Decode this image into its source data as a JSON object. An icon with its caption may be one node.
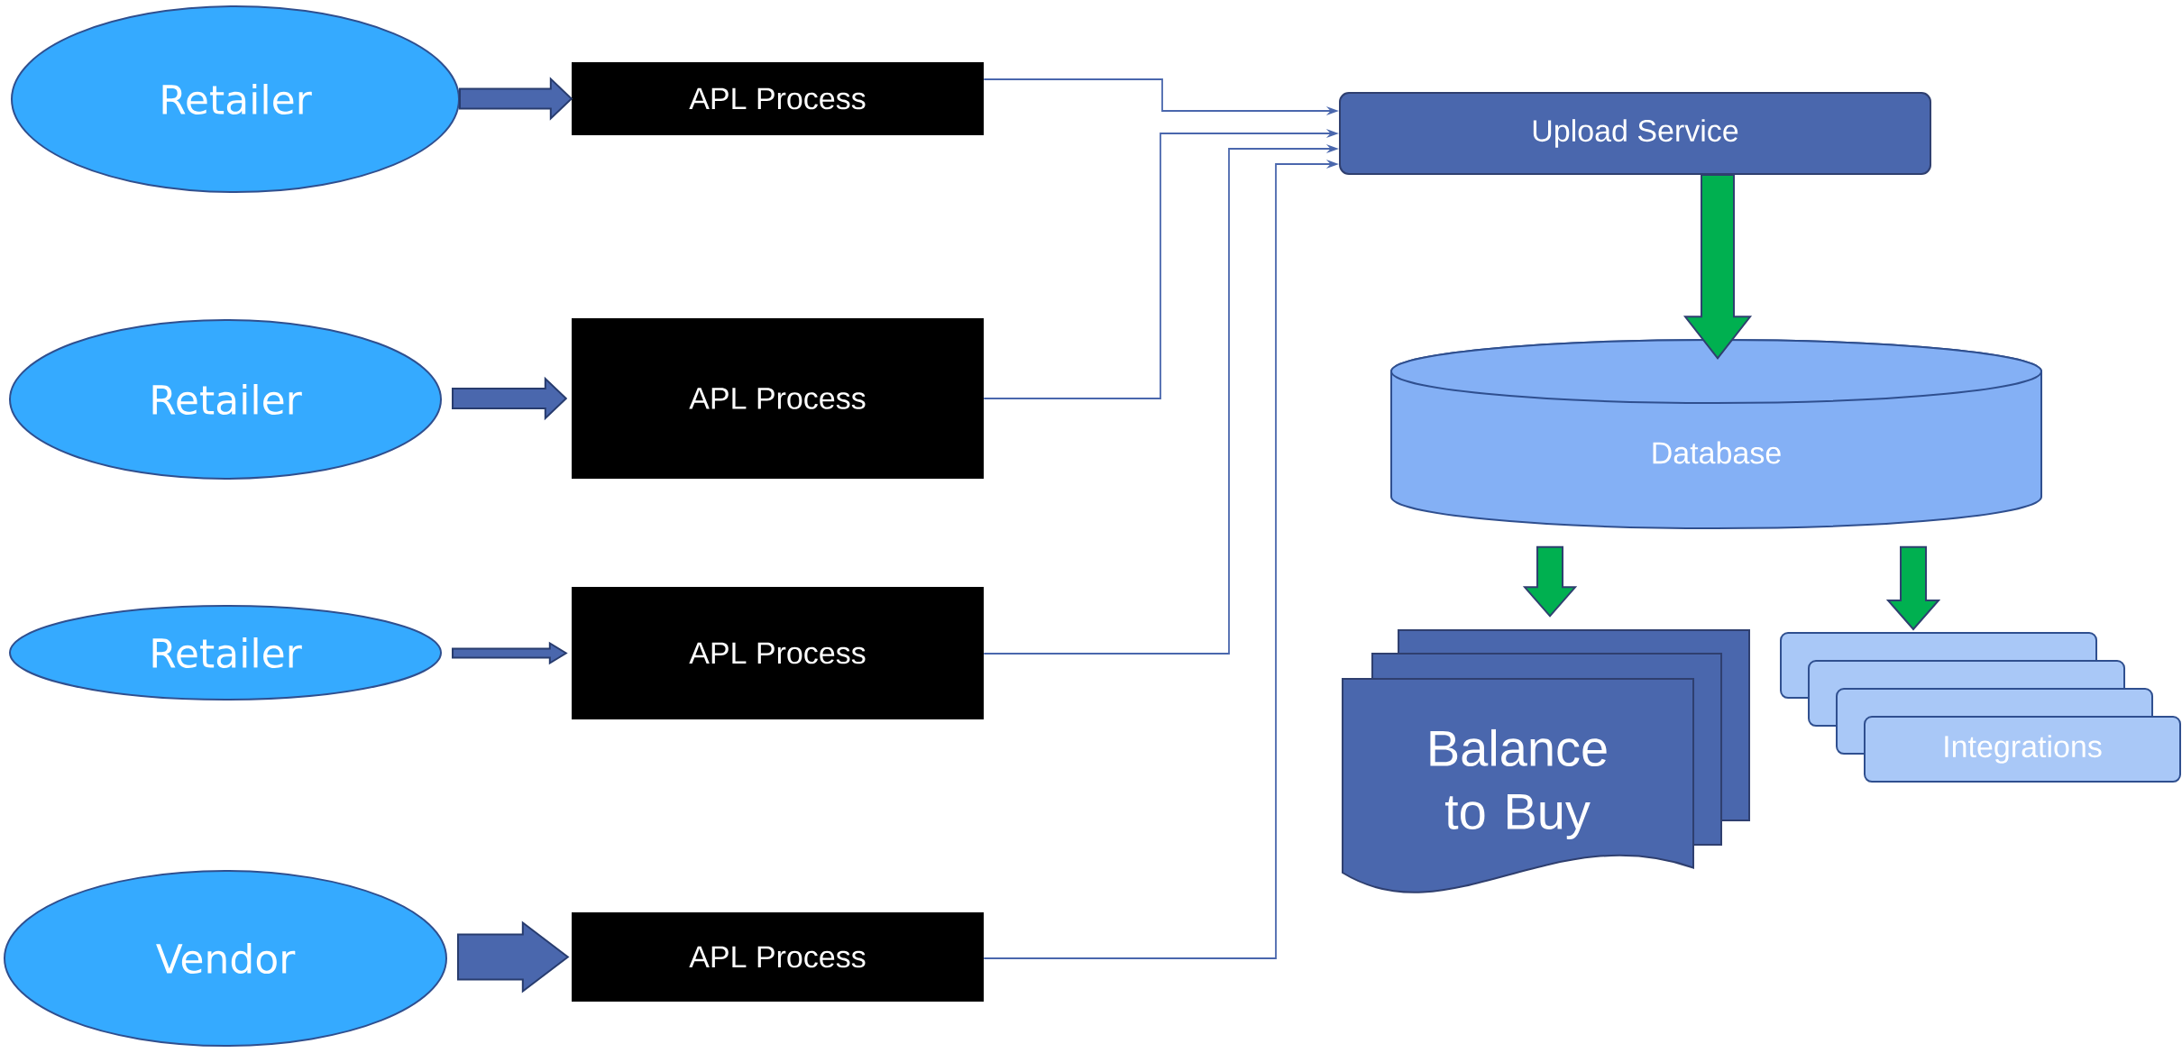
{
  "diagram": {
    "nodes": [
      {
        "text": [
          "Retailer"
        ]
      },
      {
        "text": [
          "APL Process"
        ]
      },
      {
        "text": [
          "Retailer"
        ]
      },
      {
        "text": [
          "APL Process"
        ]
      },
      {
        "text": [
          "Retailer"
        ]
      },
      {
        "text": [
          "APL Process"
        ]
      },
      {
        "text": [
          "Vendor"
        ]
      },
      {
        "text": [
          "APL Process"
        ]
      },
      {
        "text": [
          "Upload Service"
        ]
      },
      {
        "text": [
          "Database"
        ]
      },
      {
        "text": [
          "Balance to Buy"
        ]
      },
      {
        "text": [
          "Integrations"
        ]
      }
    ],
    "edges": [
      {
        "from": 0,
        "to": 1,
        "arrow": "to",
        "style": "thick"
      },
      {
        "from": 2,
        "to": 3,
        "arrow": "to",
        "style": "thick"
      },
      {
        "from": 4,
        "to": 5,
        "arrow": "to",
        "style": "thick"
      },
      {
        "from": 6,
        "to": 7,
        "arrow": "to",
        "style": "thick"
      },
      {
        "from": 1,
        "to": 8,
        "arrow": "to"
      },
      {
        "from": 3,
        "to": 8,
        "arrow": "to"
      },
      {
        "from": 5,
        "to": 8,
        "arrow": "to"
      },
      {
        "from": 7,
        "to": 8,
        "arrow": "to"
      },
      {
        "from": 8,
        "to": 9,
        "arrow": "to",
        "style": "thick",
        "color": "#00b050"
      },
      {
        "from": 9,
        "to": 10,
        "arrow": "to",
        "style": "thick",
        "color": "#00b050"
      },
      {
        "from": 9,
        "to": 11,
        "arrow": "to",
        "style": "thick",
        "color": "#00b050"
      }
    ]
  }
}
